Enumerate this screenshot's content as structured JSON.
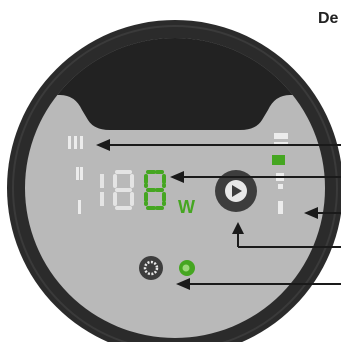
{
  "header": {
    "title": "De"
  },
  "display": {
    "digit_left": "1",
    "digit_mid": "8",
    "digit_right": "8",
    "unit": "W"
  },
  "colors": {
    "bezel": "#2b2b2b",
    "panel": "#b9b9b9",
    "panel_top": "#222222",
    "led_off": "#e4e4e4",
    "led_green": "#45a621",
    "play_bg": "#3d3d3d",
    "arrow": "#1a1a1a"
  },
  "icons": {
    "play": "play-icon",
    "mode": "sun-icon",
    "eco": "eco-led-icon"
  }
}
